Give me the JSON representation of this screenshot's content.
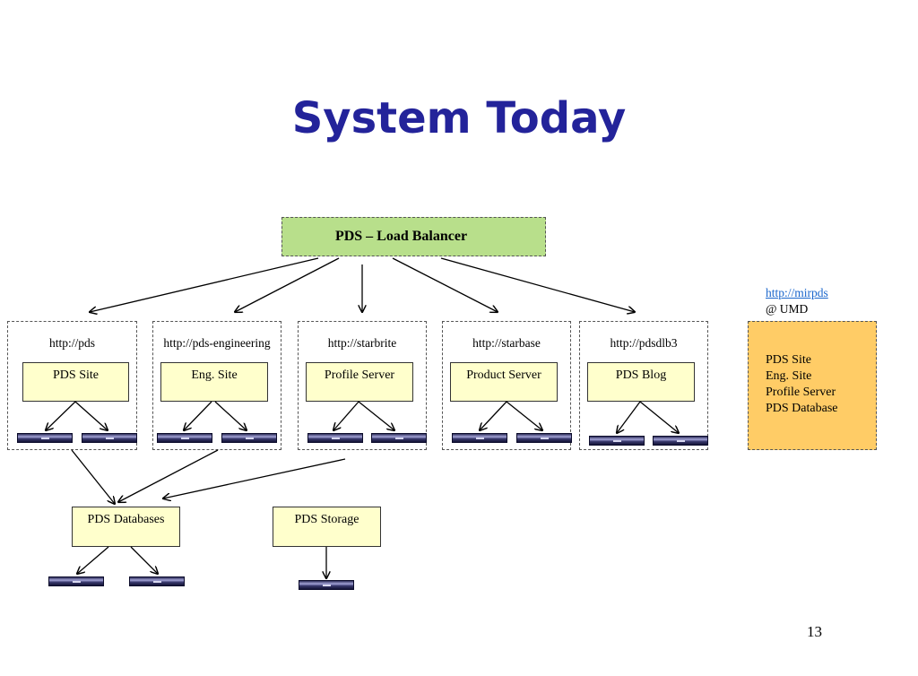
{
  "slide": {
    "title": "System Today",
    "page_number": "13"
  },
  "load_balancer": {
    "label": "PDS – Load Balancer"
  },
  "groups": [
    {
      "url": "http://pds",
      "box": "PDS Site"
    },
    {
      "url": "http://pds-engineering",
      "box": "Eng. Site"
    },
    {
      "url": "http://starbrite",
      "box": "Profile Server"
    },
    {
      "url": "http://starbase",
      "box": "Product Server"
    },
    {
      "url": "http://pdsdlb3",
      "box": "PDS Blog"
    }
  ],
  "bottom": {
    "databases": "PDS Databases",
    "storage": "PDS Storage"
  },
  "umd": {
    "link": "http://mirpds",
    "at": "@ UMD",
    "items": [
      "PDS Site",
      "Eng. Site",
      "Profile Server",
      "PDS Database"
    ]
  },
  "colors": {
    "title": "#23239a",
    "load_balancer_fill": "#b8df8b",
    "box_fill": "#ffffcc",
    "umd_fill": "#ffcc66",
    "link": "#1a66cc"
  }
}
